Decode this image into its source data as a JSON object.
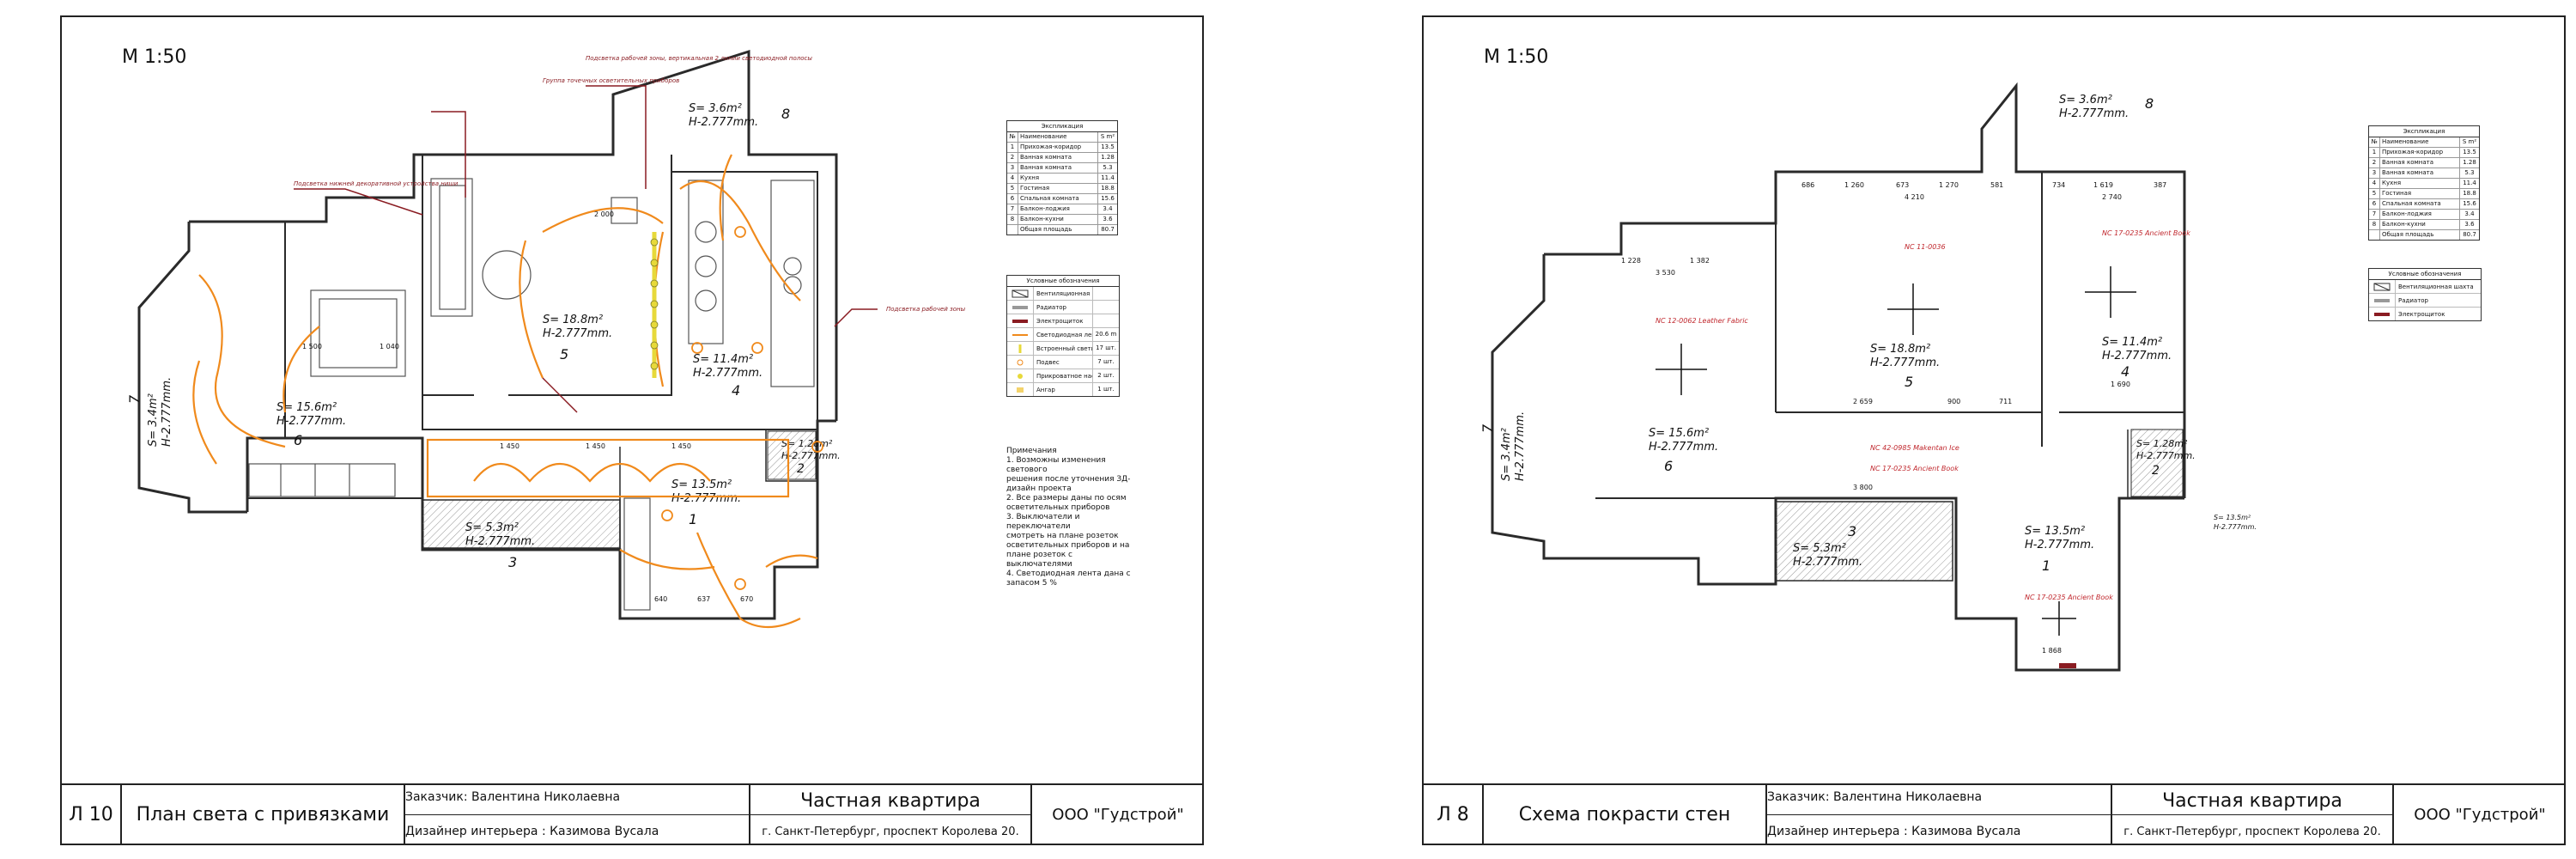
{
  "sheets": [
    {
      "scale": "М 1:50",
      "sheet_no": "Л 10",
      "sheet_title": "План света с привязками"
    },
    {
      "scale": "М 1:50",
      "sheet_no": "Л 8",
      "sheet_title": "Схема покрасти стен"
    }
  ],
  "stamp": {
    "client": "Заказчик: Валентина Николаевна",
    "designer": "Дизайнер интерьера : Казимова Вусала",
    "project": "Частная квартира",
    "address": "г. Санкт-Петербург, проспект Королева 20.",
    "company": "ООО \"Гудстрой\""
  },
  "rooms": [
    {
      "no": "8",
      "area": "S= 3.6m²",
      "height": "H-2.777mm."
    },
    {
      "no": "5",
      "area": "S= 18.8m²",
      "height": "H-2.777mm."
    },
    {
      "no": "4",
      "area": "S= 11.4m²",
      "height": "H-2.777mm."
    },
    {
      "no": "6",
      "area": "S= 15.6m²",
      "height": "H-2.777mm."
    },
    {
      "no": "7",
      "area": "S= 3.4m²",
      "height": "H-2.777mm."
    },
    {
      "no": "2",
      "area": "S= 1.28m²",
      "height": "H-2.777mm."
    },
    {
      "no": "1",
      "area": "S= 13.5m²",
      "height": "H-2.777mm."
    },
    {
      "no": "3",
      "area": "S= 5.3m²",
      "height": "H-2.777mm."
    }
  ],
  "explication": {
    "caption": "Экспликация",
    "header": [
      "№",
      "Наименование",
      "S m²"
    ],
    "rows": [
      [
        "1",
        "Прихожая-коридор",
        "13.5"
      ],
      [
        "2",
        "Ванная комната",
        "1.28"
      ],
      [
        "3",
        "Ванная комната",
        "5.3"
      ],
      [
        "4",
        "Кухня",
        "11.4"
      ],
      [
        "5",
        "Гостиная",
        "18.8"
      ],
      [
        "6",
        "Спальная комната",
        "15.6"
      ],
      [
        "7",
        "Балкон-лоджия",
        "3.4"
      ],
      [
        "8",
        "Балкон-кухни",
        "3.6"
      ],
      [
        "",
        "Общая площадь",
        "80.7"
      ]
    ]
  },
  "legend_left": {
    "caption": "Условные обозначения",
    "rows": [
      {
        "label": "Вентиляционная шахта",
        "amount": ""
      },
      {
        "label": "Радиатор",
        "amount": ""
      },
      {
        "label": "Электрощиток",
        "amount": ""
      },
      {
        "label": "Светодиодная лента",
        "amount": "20.6 m"
      },
      {
        "label": "Встроенный светильник",
        "amount": "17 шт."
      },
      {
        "label": "Подвес",
        "amount": "7 шт."
      },
      {
        "label": "Прикроватное настен",
        "amount": "2 шт."
      },
      {
        "label": "Ангар",
        "amount": "1 шт."
      }
    ]
  },
  "legend_right": {
    "caption": "Условные обозначения",
    "rows": [
      {
        "label": "Вентиляционная шахта"
      },
      {
        "label": "Радиатор"
      },
      {
        "label": "Электрощиток"
      }
    ]
  },
  "notes": {
    "title": "Примечания",
    "lines": [
      "1. Возможны изменения светового",
      "решения после уточнения ЗД-",
      "дизайн проекта",
      "2. Все размеры даны по осям",
      "осветительных приборов",
      "3. Выключатели и переключатели",
      "смотреть на плане розеток",
      "осветительных приборов и на",
      "плане розеток с выключателями",
      "4. Светодиодная лента дана с",
      "запасом 5 %"
    ]
  },
  "callouts": {
    "a": "Подсветка рабочей зоны",
    "b": "Группа точечных осветительных приборов",
    "c": "Подсветка рабочей зоны, вертикальная 2 линии светодиодной полосы",
    "d": "Подсветка нижней декоративной устройства ниши"
  },
  "paint_codes": [
    "NC 12-0062 Leather Fabric",
    "NC 11-0036",
    "NC 17-0235 Ancient Book",
    "NC 42-0985 Makentan Ice",
    "NC 17-0235 Ancient Book",
    "NC 17-0235 Ancient Book"
  ],
  "dims": {
    "d1": "2 000",
    "d2": "1 450",
    "d3": "1 450",
    "d4": "1 450",
    "d5": "1 500",
    "d6": "1 040",
    "d7": "640",
    "d8": "637",
    "d9": "670",
    "r1": "686",
    "r2": "1 260",
    "r3": "673",
    "r4": "1 270",
    "r5": "581",
    "r6": "734",
    "r7": "1 619",
    "r8": "387",
    "r9": "4 210",
    "r10": "2 740",
    "r11": "1 228",
    "r12": "1 382",
    "r13": "3 530",
    "r14": "2 659",
    "r15": "900",
    "r16": "711",
    "r17": "3 800",
    "r18": "1 868",
    "r19": "1 690"
  },
  "side_note": {
    "area": "S= 13.5m²",
    "height": "H-2.777mm."
  },
  "colors": {
    "light_line": "#f08a1c",
    "paint_text": "#c0272d",
    "callout": "#8a1c22",
    "wall": "#2a2a2a",
    "hatch": "#9a9a9a"
  }
}
